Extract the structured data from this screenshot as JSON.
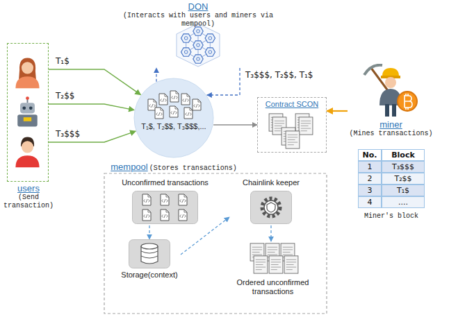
{
  "diagram": {
    "nodes": [
      {
        "text": [
          "DON",
          "(Interacts with users and miners via mempool)"
        ]
      },
      {
        "text": [
          "users",
          "(Send transaction)"
        ]
      },
      {
        "text": [
          "mempool",
          "(Stores transactions)",
          "T₁$, T₂$$, T₃$$$,..."
        ]
      },
      {
        "text": [
          "Contract SCON"
        ]
      },
      {
        "text": [
          "miner",
          "(Mines transactions)"
        ]
      },
      {
        "text": [
          "Unconfirmed transactions"
        ]
      },
      {
        "text": [
          "Storage(context)"
        ]
      },
      {
        "text": [
          "Chainlink keeper"
        ]
      },
      {
        "text": [
          "Ordered unconfirmed transactions"
        ]
      }
    ],
    "edges": [
      {
        "from": 1,
        "to": 2,
        "arrow": "to",
        "label": "T₁$"
      },
      {
        "from": 1,
        "to": 2,
        "arrow": "to",
        "label": "T₂$$"
      },
      {
        "from": 1,
        "to": 2,
        "arrow": "to",
        "label": "T₃$$$"
      },
      {
        "from": 2,
        "to": 0,
        "arrow": "to"
      },
      {
        "from": 0,
        "to": 2,
        "arrow": "to",
        "label": "T₃$$$, T₂$$, T₁$"
      },
      {
        "from": 2,
        "to": 3,
        "arrow": "to"
      },
      {
        "from": 4,
        "to": 3,
        "arrow": "to"
      },
      {
        "from": 5,
        "to": 6,
        "arrow": "to"
      },
      {
        "from": 6,
        "to": 7,
        "arrow": "to"
      },
      {
        "from": 7,
        "to": 8,
        "arrow": "to"
      }
    ],
    "labels": [
      "No.",
      "Block",
      "1",
      "T₃$$$",
      "2",
      "T₂$$",
      "3",
      "T₁$",
      "4",
      "....",
      "Miner's block"
    ]
  }
}
